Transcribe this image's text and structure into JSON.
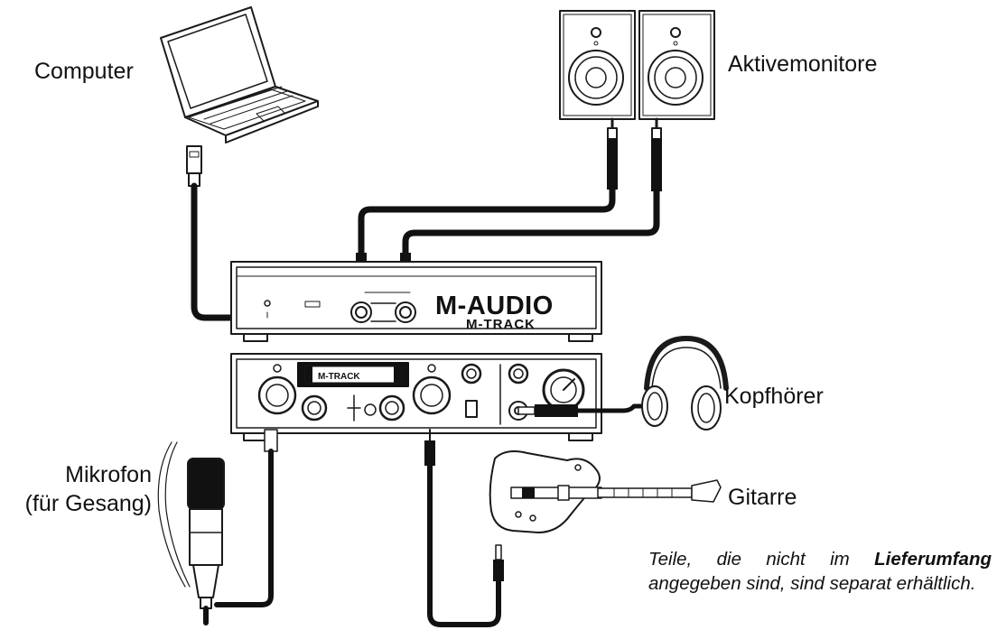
{
  "labels": {
    "computer": "Computer",
    "monitors": "Aktivemonitore",
    "headphones": "Kopfhörer",
    "microphone_line1": "Mikrofon",
    "microphone_line2": "(für Gesang)",
    "guitar": "Gitarre"
  },
  "device": {
    "brand": "M-AUDIO",
    "model_rear": "M-TRACK",
    "model_front": "M-TRACK"
  },
  "note": {
    "before": "Teile, die nicht im ",
    "emphasis": "Lieferumfang",
    "after": " angegeben sind, sind separat erhältlich."
  },
  "colors": {
    "line": "#1a1a1a",
    "cable": "#111111",
    "device_fill": "#ffffff",
    "text": "#111111"
  }
}
